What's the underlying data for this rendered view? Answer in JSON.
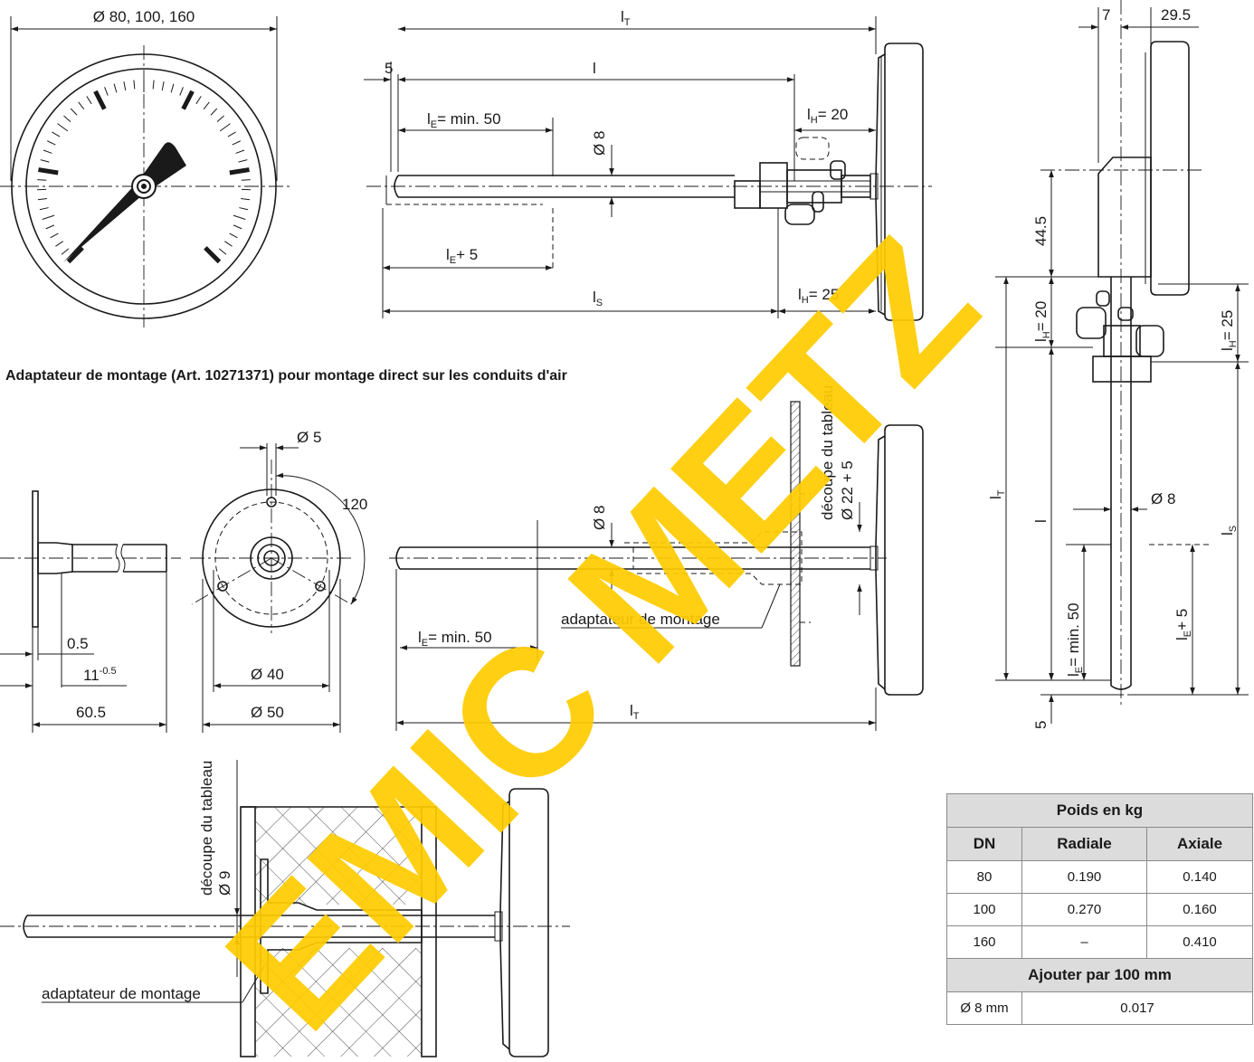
{
  "top_view": {
    "dial_diameter": "Ø 80, 100, 160",
    "lt": "l",
    "lt_sub": "T",
    "l": "l",
    "five": "5",
    "le_min": "l",
    "le_min_sub": "E",
    "le_min_rest": "= min. 50",
    "phi8": "Ø 8",
    "lh20": "l",
    "lh20_sub": "H",
    "lh20_rest": "= 20",
    "le5": "l",
    "le5_sub": "E",
    "le5_rest": "+ 5",
    "ls": "l",
    "ls_sub": "S",
    "lh25": "l",
    "lh25_sub": "H",
    "lh25_rest": "= 25"
  },
  "adapter_heading": "Adaptateur de montage (Art. 10271371) pour montage direct sur les conduits d'air",
  "adapter_view": {
    "d5": "Ø 5",
    "angle": "120",
    "d05": "0.5",
    "d11": "11",
    "d11_sup": "-0.5",
    "d605": "60.5",
    "d40": "Ø 40",
    "d50": "Ø 50",
    "phi8": "Ø 8",
    "cutout_line1": "découpe du tableau",
    "cutout_line2": "Ø 22 + 5",
    "adapter_label": "adaptateur de montage",
    "le_min": "l",
    "le_min_sub": "E",
    "le_min_rest": "= min. 50",
    "lt": "l",
    "lt_sub": "T"
  },
  "side_view": {
    "d7": "7",
    "d295": "29.5",
    "d445": "44.5",
    "lh20": "l",
    "lh20_sub": "H",
    "lh20_rest": "= 20",
    "lh25": "l",
    "lh25_sub": "H",
    "lh25_rest": "= 25",
    "lt": "l",
    "lt_sub": "T",
    "l": "l",
    "phi8": "Ø 8",
    "ls": "l",
    "ls_sub": "S",
    "le_min": "l",
    "le_min_sub": "E",
    "le_min_rest": "= min. 50",
    "le5": "l",
    "le5_sub": "E",
    "le5_rest": "+ 5",
    "five": "5"
  },
  "duct_view": {
    "cutout_line1": "découpe du tableau",
    "cutout_line2": "Ø 9",
    "adapter_label": "adaptateur de montage"
  },
  "watermark": "EMIC METZ",
  "weights_table": {
    "title": "Poids en kg",
    "headers": [
      "DN",
      "Radiale",
      "Axiale"
    ],
    "rows": [
      [
        "80",
        "0.190",
        "0.140"
      ],
      [
        "100",
        "0.270",
        "0.160"
      ],
      [
        "160",
        "–",
        "0.410"
      ]
    ],
    "section_title": "Ajouter par 100 mm",
    "extra_row": [
      "Ø 8 mm",
      "0.017"
    ]
  }
}
